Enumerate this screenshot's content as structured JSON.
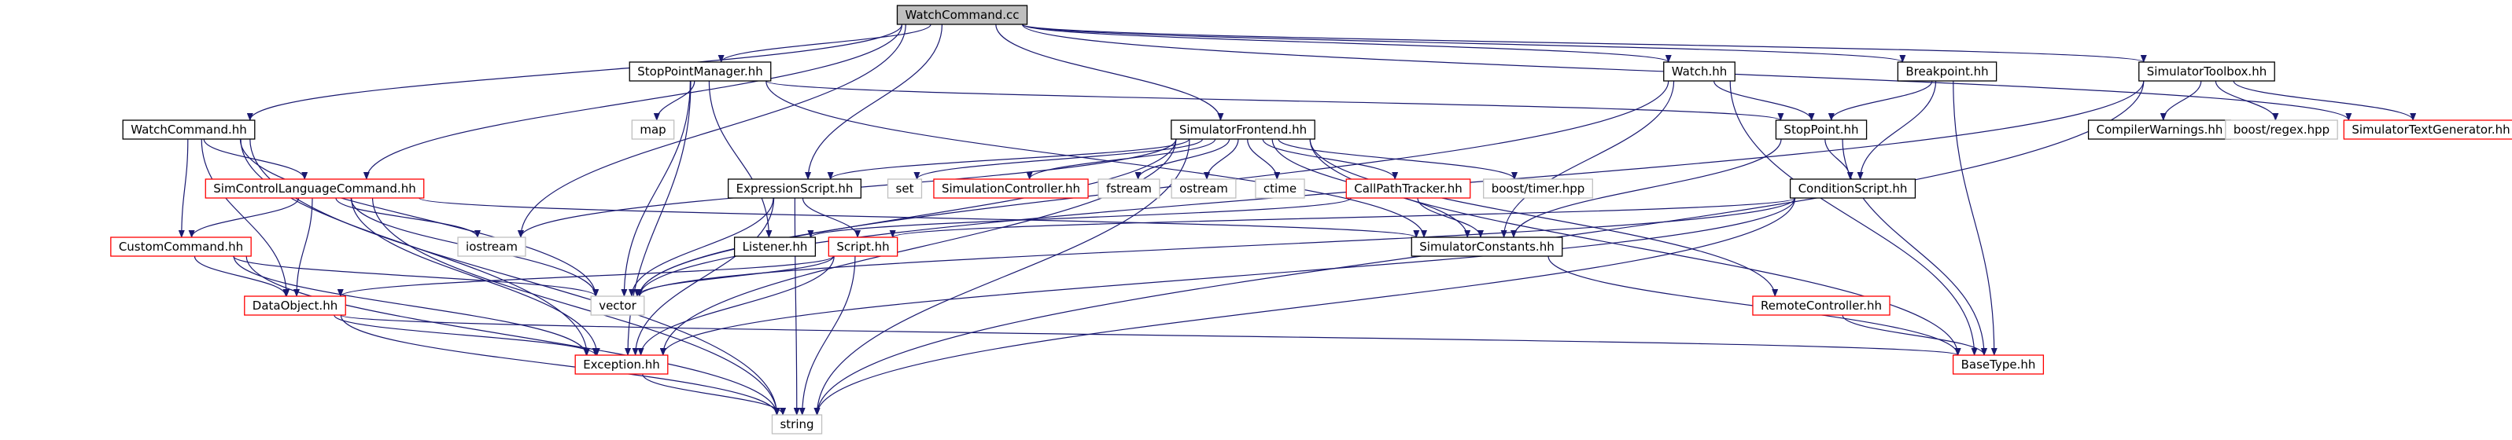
{
  "colors": {
    "edge": "#191970",
    "root_fill": "#bfbfbf",
    "normal_border": "#000000",
    "truncated_border": "#ff0000",
    "system_border": "#bfbfbf",
    "text": "#000000"
  },
  "nodes": [
    {
      "id": "watchcommand_cc",
      "label": "WatchCommand.cc",
      "kind": "root"
    },
    {
      "id": "stoppointmanager_hh",
      "label": "StopPointManager.hh",
      "kind": "normal"
    },
    {
      "id": "watch_hh",
      "label": "Watch.hh",
      "kind": "normal"
    },
    {
      "id": "breakpoint_hh",
      "label": "Breakpoint.hh",
      "kind": "normal"
    },
    {
      "id": "simulatortoolbox_hh",
      "label": "SimulatorToolbox.hh",
      "kind": "normal"
    },
    {
      "id": "watchcommand_hh",
      "label": "WatchCommand.hh",
      "kind": "normal"
    },
    {
      "id": "map",
      "label": "map",
      "kind": "system"
    },
    {
      "id": "simulatorfrontend_hh",
      "label": "SimulatorFrontend.hh",
      "kind": "normal"
    },
    {
      "id": "stoppoint_hh",
      "label": "StopPoint.hh",
      "kind": "normal"
    },
    {
      "id": "compilerwarnings_hh",
      "label": "CompilerWarnings.hh",
      "kind": "normal"
    },
    {
      "id": "boost_regex_hpp",
      "label": "boost/regex.hpp",
      "kind": "system"
    },
    {
      "id": "simulatortextgenerator_hh",
      "label": "SimulatorTextGenerator.hh",
      "kind": "truncated"
    },
    {
      "id": "simcontrollanguagecommand_hh",
      "label": "SimControlLanguageCommand.hh",
      "kind": "truncated"
    },
    {
      "id": "expressionscript_hh",
      "label": "ExpressionScript.hh",
      "kind": "normal"
    },
    {
      "id": "set",
      "label": "set",
      "kind": "system"
    },
    {
      "id": "simulationcontroller_hh",
      "label": "SimulationController.hh",
      "kind": "truncated"
    },
    {
      "id": "fstream",
      "label": "fstream",
      "kind": "system"
    },
    {
      "id": "ostream",
      "label": "ostream",
      "kind": "system"
    },
    {
      "id": "ctime",
      "label": "ctime",
      "kind": "system"
    },
    {
      "id": "callpathtracker_hh",
      "label": "CallPathTracker.hh",
      "kind": "truncated"
    },
    {
      "id": "boost_timer_hpp",
      "label": "boost/timer.hpp",
      "kind": "system"
    },
    {
      "id": "conditionscript_hh",
      "label": "ConditionScript.hh",
      "kind": "normal"
    },
    {
      "id": "customcommand_hh",
      "label": "CustomCommand.hh",
      "kind": "truncated"
    },
    {
      "id": "iostream",
      "label": "iostream",
      "kind": "system"
    },
    {
      "id": "listener_hh",
      "label": "Listener.hh",
      "kind": "normal"
    },
    {
      "id": "script_hh",
      "label": "Script.hh",
      "kind": "truncated"
    },
    {
      "id": "simulatorconstants_hh",
      "label": "SimulatorConstants.hh",
      "kind": "normal"
    },
    {
      "id": "dataobject_hh",
      "label": "DataObject.hh",
      "kind": "truncated"
    },
    {
      "id": "vector",
      "label": "vector",
      "kind": "system"
    },
    {
      "id": "remotecontroller_hh",
      "label": "RemoteController.hh",
      "kind": "truncated"
    },
    {
      "id": "exception_hh",
      "label": "Exception.hh",
      "kind": "truncated"
    },
    {
      "id": "basetype_hh",
      "label": "BaseType.hh",
      "kind": "truncated"
    },
    {
      "id": "string",
      "label": "string",
      "kind": "system"
    }
  ],
  "edges": [
    [
      "watchcommand_cc",
      "watchcommand_hh"
    ],
    [
      "watchcommand_cc",
      "simcontrollanguagecommand_hh"
    ],
    [
      "watchcommand_cc",
      "stoppointmanager_hh"
    ],
    [
      "watchcommand_cc",
      "iostream"
    ],
    [
      "watchcommand_cc",
      "expressionscript_hh"
    ],
    [
      "watchcommand_cc",
      "simulatorfrontend_hh"
    ],
    [
      "watchcommand_cc",
      "watch_hh"
    ],
    [
      "watchcommand_cc",
      "breakpoint_hh"
    ],
    [
      "watchcommand_cc",
      "simulatortoolbox_hh"
    ],
    [
      "watchcommand_cc",
      "simulatortextgenerator_hh"
    ],
    [
      "watchcommand_hh",
      "simcontrollanguagecommand_hh"
    ],
    [
      "watchcommand_hh",
      "customcommand_hh"
    ],
    [
      "watchcommand_hh",
      "dataobject_hh"
    ],
    [
      "watchcommand_hh",
      "exception_hh"
    ],
    [
      "watchcommand_hh",
      "vector"
    ],
    [
      "watchcommand_hh",
      "string"
    ],
    [
      "simcontrollanguagecommand_hh",
      "customcommand_hh"
    ],
    [
      "simcontrollanguagecommand_hh",
      "dataobject_hh"
    ],
    [
      "simcontrollanguagecommand_hh",
      "iostream"
    ],
    [
      "simcontrollanguagecommand_hh",
      "vector"
    ],
    [
      "simcontrollanguagecommand_hh",
      "exception_hh"
    ],
    [
      "simcontrollanguagecommand_hh",
      "string"
    ],
    [
      "simcontrollanguagecommand_hh",
      "simulatorconstants_hh"
    ],
    [
      "customcommand_hh",
      "dataobject_hh"
    ],
    [
      "customcommand_hh",
      "exception_hh"
    ],
    [
      "customcommand_hh",
      "vector"
    ],
    [
      "customcommand_hh",
      "string"
    ],
    [
      "dataobject_hh",
      "exception_hh"
    ],
    [
      "dataobject_hh",
      "string"
    ],
    [
      "dataobject_hh",
      "basetype_hh"
    ],
    [
      "stoppointmanager_hh",
      "map"
    ],
    [
      "stoppointmanager_hh",
      "vector"
    ],
    [
      "stoppointmanager_hh",
      "listener_hh"
    ],
    [
      "stoppointmanager_hh",
      "exception_hh"
    ],
    [
      "stoppointmanager_hh",
      "stoppoint_hh"
    ],
    [
      "stoppointmanager_hh",
      "simulatorconstants_hh"
    ],
    [
      "simulatorfrontend_hh",
      "iostream"
    ],
    [
      "simulatorfrontend_hh",
      "expressionscript_hh"
    ],
    [
      "simulatorfrontend_hh",
      "set"
    ],
    [
      "simulatorfrontend_hh",
      "simulationcontroller_hh"
    ],
    [
      "simulatorfrontend_hh",
      "fstream"
    ],
    [
      "simulatorfrontend_hh",
      "ostream"
    ],
    [
      "simulatorfrontend_hh",
      "ctime"
    ],
    [
      "simulatorfrontend_hh",
      "callpathtracker_hh"
    ],
    [
      "simulatorfrontend_hh",
      "boost_timer_hpp"
    ],
    [
      "simulatorfrontend_hh",
      "simulatorconstants_hh"
    ],
    [
      "simulatorfrontend_hh",
      "remotecontroller_hh"
    ],
    [
      "simulatorfrontend_hh",
      "basetype_hh"
    ],
    [
      "simulatorfrontend_hh",
      "exception_hh"
    ],
    [
      "simulatorfrontend_hh",
      "string"
    ],
    [
      "simulatorfrontend_hh",
      "vector"
    ],
    [
      "expressionscript_hh",
      "script_hh"
    ],
    [
      "expressionscript_hh",
      "vector"
    ],
    [
      "expressionscript_hh",
      "exception_hh"
    ],
    [
      "expressionscript_hh",
      "string"
    ],
    [
      "script_hh",
      "dataobject_hh"
    ],
    [
      "script_hh",
      "vector"
    ],
    [
      "script_hh",
      "exception_hh"
    ],
    [
      "script_hh",
      "string"
    ],
    [
      "callpathtracker_hh",
      "listener_hh"
    ],
    [
      "callpathtracker_hh",
      "simulatorconstants_hh"
    ],
    [
      "watch_hh",
      "stoppoint_hh"
    ],
    [
      "watch_hh",
      "simulatorconstants_hh"
    ],
    [
      "watch_hh",
      "basetype_hh"
    ],
    [
      "watch_hh",
      "vector"
    ],
    [
      "breakpoint_hh",
      "stoppoint_hh"
    ],
    [
      "breakpoint_hh",
      "conditionscript_hh"
    ],
    [
      "breakpoint_hh",
      "basetype_hh"
    ],
    [
      "stoppoint_hh",
      "conditionscript_hh"
    ],
    [
      "stoppoint_hh",
      "simulatorconstants_hh"
    ],
    [
      "stoppoint_hh",
      "basetype_hh"
    ],
    [
      "conditionscript_hh",
      "script_hh"
    ],
    [
      "conditionscript_hh",
      "vector"
    ],
    [
      "conditionscript_hh",
      "exception_hh"
    ],
    [
      "conditionscript_hh",
      "string"
    ],
    [
      "simulatortoolbox_hh",
      "compilerwarnings_hh"
    ],
    [
      "simulatortoolbox_hh",
      "boost_regex_hpp"
    ],
    [
      "simulatortoolbox_hh",
      "simulatortextgenerator_hh"
    ],
    [
      "simulatortoolbox_hh",
      "string"
    ],
    [
      "simulatortoolbox_hh",
      "vector"
    ],
    [
      "simulatorconstants_hh",
      "basetype_hh"
    ],
    [
      "remotecontroller_hh",
      "basetype_hh"
    ],
    [
      "exception_hh",
      "string"
    ]
  ]
}
